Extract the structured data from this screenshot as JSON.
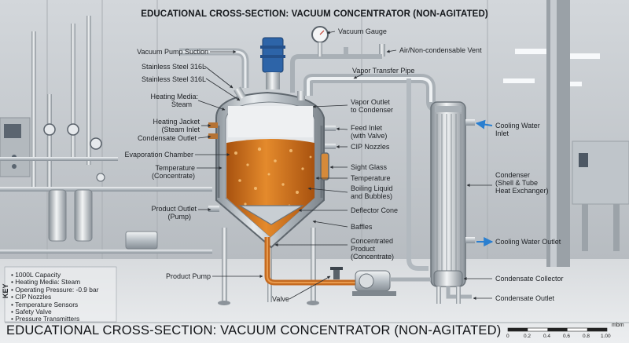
{
  "title_top": "EDUCATIONAL CROSS-SECTION: VACUUM CONCENTRATOR (NON-AGITATED)",
  "title_bottom": "EDUCATIONAL CROSS-SECTION: VACUUM CONCENTRATOR (NON-AGITATED)",
  "labels_left": [
    "Vacuum Pump Suction",
    "Stainless Steel 316L",
    "Stainless Steel 316L",
    "Heating Media:",
    "Steam",
    "Heating Jacket",
    "(Steam Inlet",
    "Condensate Outlet",
    "Evaporation Chamber",
    "Temperature",
    "(Concentrate)",
    "Product Outlet",
    "(Pump)",
    "Product Pump",
    "Valve"
  ],
  "labels_right": [
    "Vacuum Gauge",
    "Air/Non-condensable Vent",
    "Vapor Transfer Pipe",
    "Vapor Outlet",
    "to Condenser",
    "Feed Inlet",
    "(with Valve)",
    "CIP Nozzles",
    "Sight Glass",
    "Temperature",
    "Boiling Liquid",
    "and Bubbles)",
    "Deflector Cone",
    "Baffles",
    "Concentrated",
    "Product",
    "(Concentrate)"
  ],
  "labels_condenser": [
    "Cooling Water",
    "Inlet",
    "Condenser",
    "(Shell & Tube",
    "Heat Exchanger)",
    "Cooling Water Outlet",
    "Condensate Collector",
    "Condensate Outlet"
  ],
  "key": {
    "tag": "KEY",
    "items": [
      "1000L Capacity",
      "Heating Media: Steam",
      "Operating Pressure: -0.9 bar",
      "CIP Nozzles",
      "Temperature Sensors",
      "Safety Valve",
      "Pressure Transmitters"
    ]
  },
  "scale": {
    "unit": "mbm",
    "ticks": [
      "0",
      "0.2",
      "0.4",
      "0.6",
      "0.8",
      "1.00"
    ]
  },
  "colors": {
    "liquid": "#d9731c",
    "liquid_dark": "#a8520f",
    "steel": "#b9c0c6",
    "arrow_blue": "#2a7fd0",
    "motor_blue": "#2d64a8"
  }
}
